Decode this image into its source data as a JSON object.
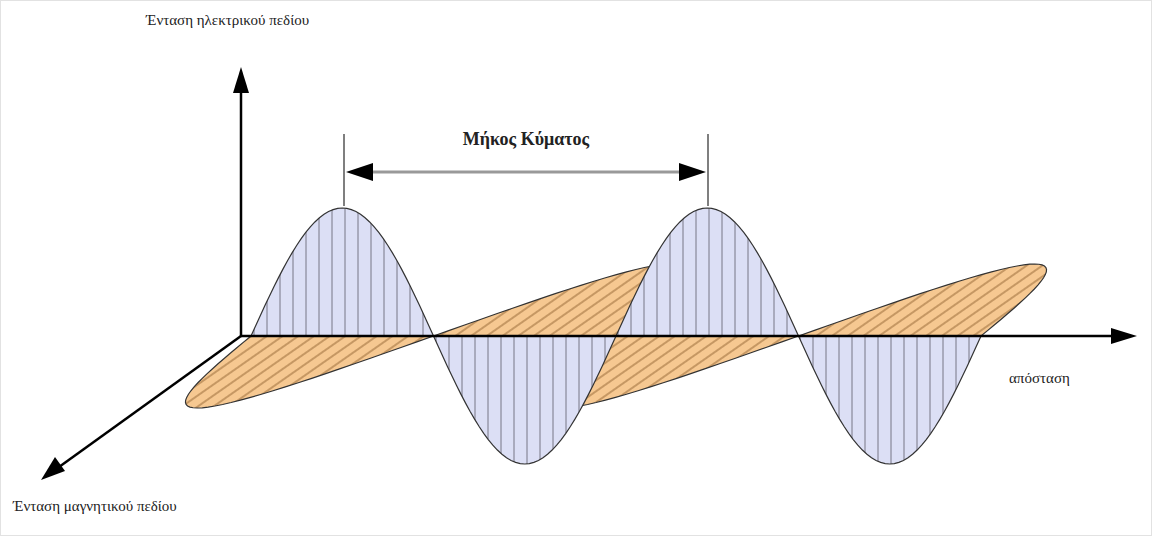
{
  "diagram": {
    "labels": [
      "Ένταση ηλεκτρικού πεδίου",
      "Μήκος Κύματος",
      "απόσταση",
      "Ένταση μαγνητικού πεδίου"
    ]
  }
}
